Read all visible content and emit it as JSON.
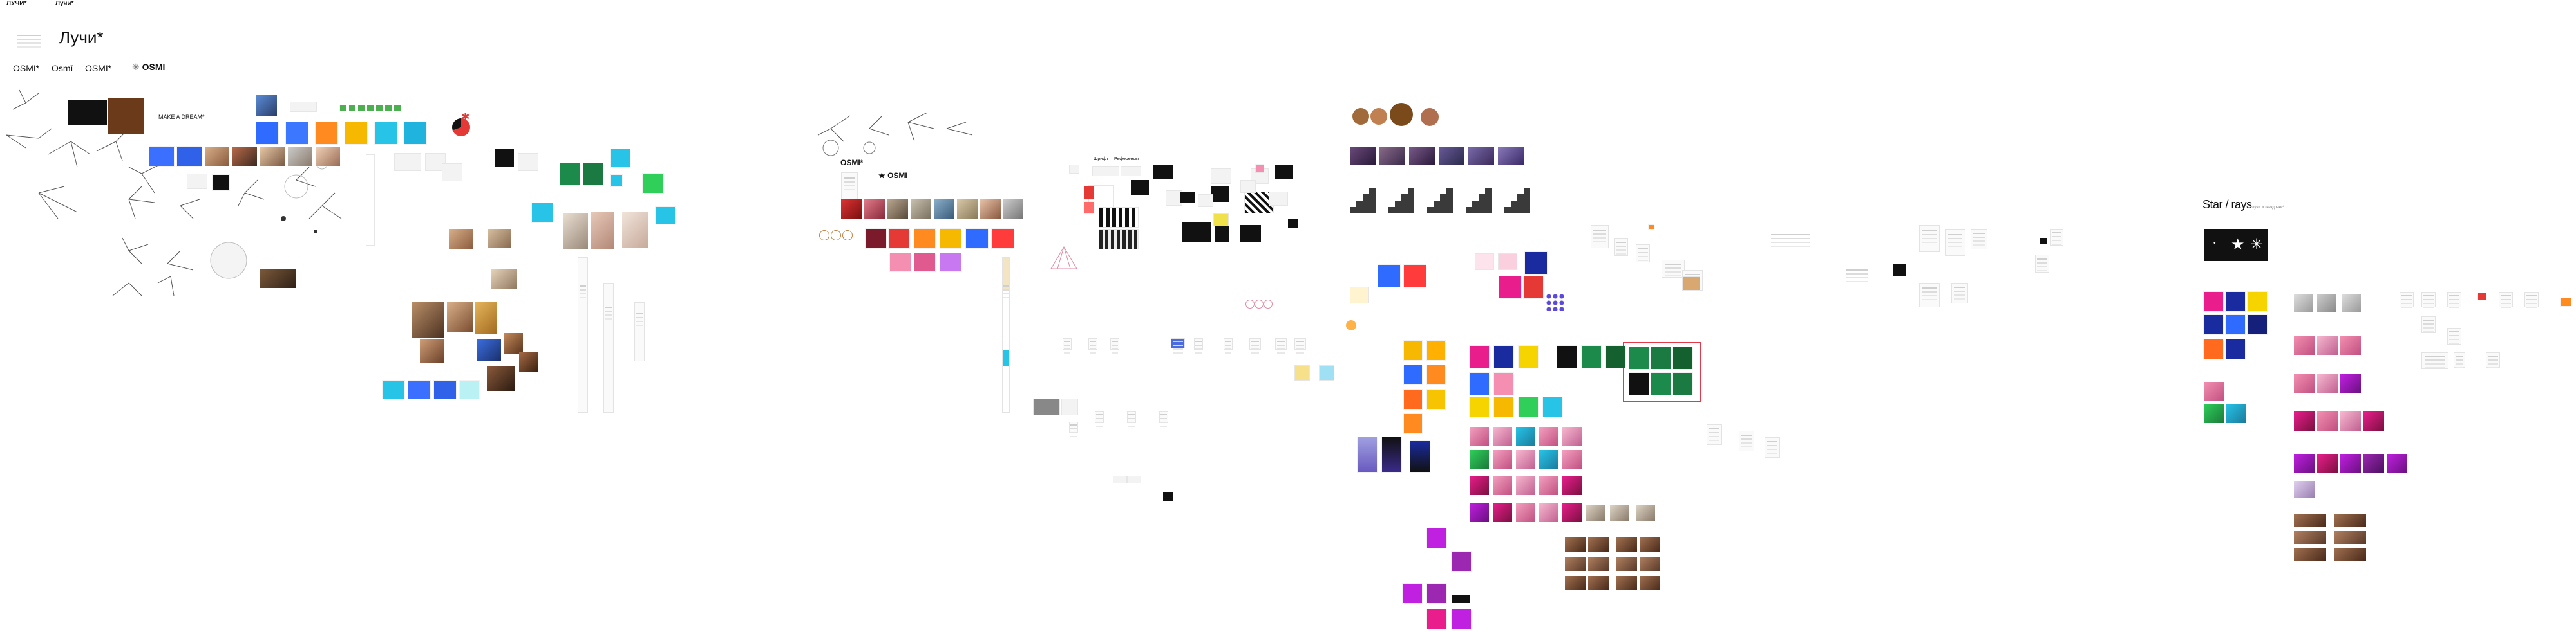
{
  "canvas": {
    "title_small_1": "ЛУЧИ*",
    "title_small_2": "Лучи*",
    "title_large": "Лучи*",
    "logo_variants": [
      "OSMI*",
      "Osmī",
      "OSMI*",
      "OSMI"
    ],
    "make_a_dream": "MAKE A DREAM*",
    "middle_logo_1": "OSMI*",
    "middle_logo_2": "★ OSMI",
    "section_label_1": "Шрифт",
    "section_label_2": "Референсы",
    "star_rays_title": "Star / rays",
    "star_rays_sub": "лучи и звездочки*"
  },
  "colors": {
    "blue": "#2f6bff",
    "yellow": "#f6b800",
    "magenta": "#e91e8c",
    "purple": "#9c27b0",
    "green": "#1b8a4a",
    "red": "#e53935",
    "cyan": "#27c4e8",
    "dark": "#111111",
    "orange": "#ff8a1f",
    "frame_highlight": "#e53949"
  }
}
